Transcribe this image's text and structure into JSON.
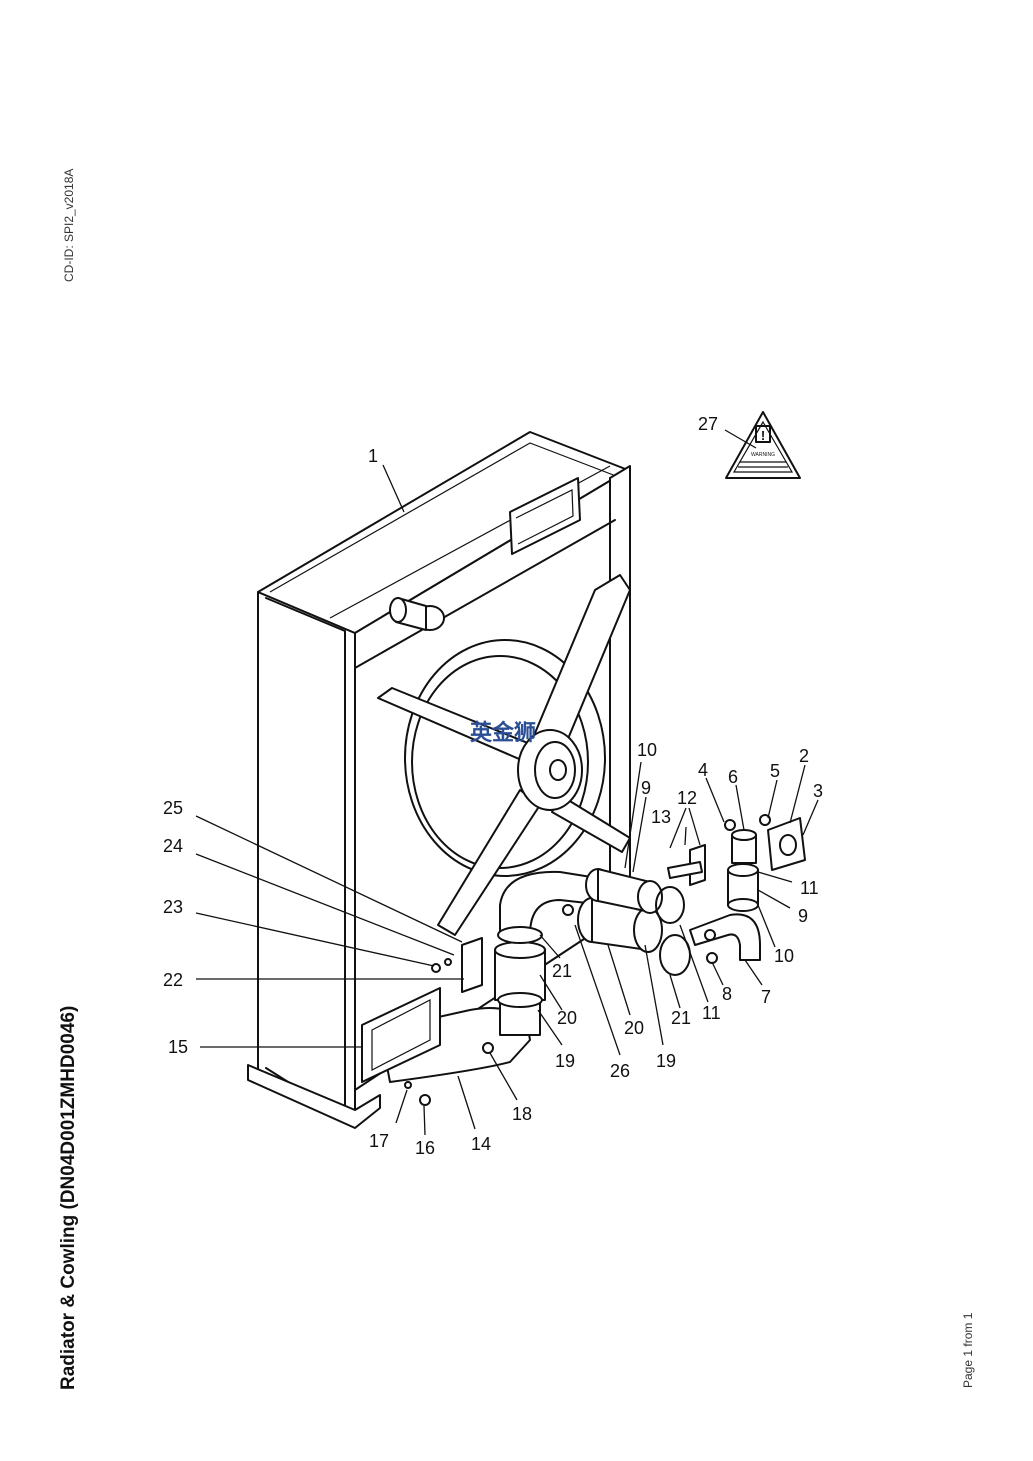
{
  "document": {
    "cd_id": "CD-ID: SPI2_v2018A",
    "title": "Radiator & Cowling (DN04D001ZMHD0046)",
    "page_label": "Page 1 from 1"
  },
  "watermark": {
    "text": "英金狮",
    "color": "#2a4f96"
  },
  "warning_sign": {
    "heading": "WARNING",
    "icon": "exclamation-icon"
  },
  "callouts": [
    "1",
    "2",
    "3",
    "4",
    "5",
    "6",
    "7",
    "8",
    "9",
    "9",
    "10",
    "10",
    "11",
    "11",
    "12",
    "13",
    "14",
    "15",
    "16",
    "17",
    "18",
    "19",
    "19",
    "20",
    "20",
    "21",
    "21",
    "22",
    "23",
    "24",
    "25",
    "26",
    "27"
  ]
}
